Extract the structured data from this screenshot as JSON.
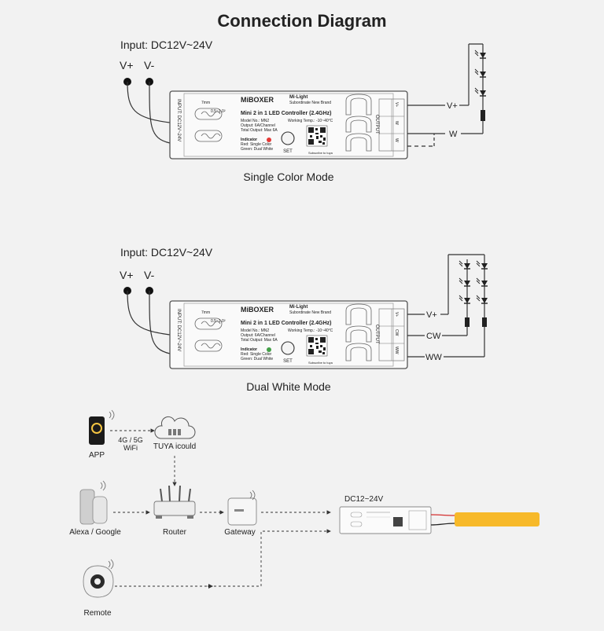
{
  "title": "Connection Diagram",
  "single": {
    "input_label": "Input: DC12V~24V",
    "vplus": "V+",
    "vminus": "V-",
    "out_vplus": "V+",
    "out_w": "W",
    "mode": "Single Color Mode"
  },
  "dual": {
    "input_label": "Input: DC12V~24V",
    "vplus": "V+",
    "vminus": "V-",
    "out_vplus": "V+",
    "out_cw": "CW",
    "out_ww": "WW",
    "mode": "Dual White Mode"
  },
  "controller": {
    "brand": "MiBOXER",
    "brand_sub1": "Mi·Light",
    "brand_sub2": "Subordinate New Brand",
    "product": "Mini 2 in 1 LED Controller (2.4GHz)",
    "model": "Model No.: MN2",
    "temp": "Working Temp.: -10~40°C",
    "output": "Output: 6A/Channel",
    "total": "Total Output: Max 6A",
    "indicator": "Indicator",
    "ind_red": "Red: Single Color",
    "ind_green": "Green: Dual White",
    "set": "SET",
    "input_side": "INPUT: DC12V~24V",
    "output_side": "OUTPUT",
    "wire_range": "0.5~1.0²",
    "strip": "7mm",
    "qr_note": "Subscribe to tuya",
    "single_pins": [
      "V+",
      "W",
      "W"
    ],
    "dual_pins": [
      "V+",
      "CW",
      "WW"
    ]
  },
  "network": {
    "app": "APP",
    "wifi_line1": "4G / 5G",
    "wifi_line2": "WiFi",
    "tuya": "TUYA icould",
    "alexa": "Alexa / Google",
    "router": "Router",
    "gateway": "Gateway",
    "remote": "Remote",
    "dc": "DC12~24V"
  },
  "colors": {
    "indicator_red": "#e53935",
    "indicator_green": "#43a047",
    "strip_yellow": "#f7b92a",
    "wire_red": "#d32f2f"
  }
}
